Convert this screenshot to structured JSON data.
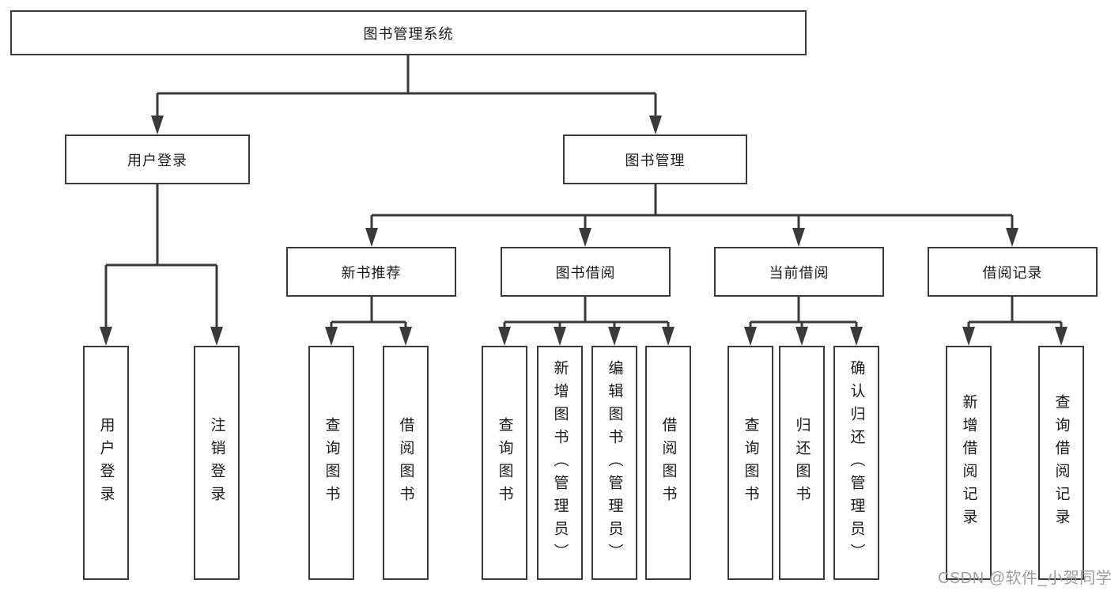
{
  "diagram": {
    "root": {
      "label": "图书管理系统"
    },
    "branches": [
      {
        "label": "用户登录",
        "children": [
          {
            "label": "用户登录"
          },
          {
            "label": "注销登录"
          }
        ]
      },
      {
        "label": "图书管理",
        "children": [
          {
            "label": "新书推荐",
            "children": [
              {
                "label": "查询图书"
              },
              {
                "label": "借阅图书"
              }
            ]
          },
          {
            "label": "图书借阅",
            "children": [
              {
                "label": "查询图书"
              },
              {
                "label": "新增图书（管理员）"
              },
              {
                "label": "编辑图书（管理员）"
              },
              {
                "label": "借阅图书"
              }
            ]
          },
          {
            "label": "当前借阅",
            "children": [
              {
                "label": "查询图书"
              },
              {
                "label": "归还图书"
              },
              {
                "label": "确认归还（管理员）"
              }
            ]
          },
          {
            "label": "借阅记录",
            "children": [
              {
                "label": "新增借阅记录"
              },
              {
                "label": "查询借阅记录"
              }
            ]
          }
        ]
      }
    ]
  },
  "watermark": {
    "text": "CSDN @软件_小贺同学"
  },
  "colors": {
    "line": "#3a3a3a",
    "box_border": "#3a3a3a",
    "text": "#1a1a1a",
    "watermark": "#9c9c9c",
    "background": "#ffffff"
  }
}
